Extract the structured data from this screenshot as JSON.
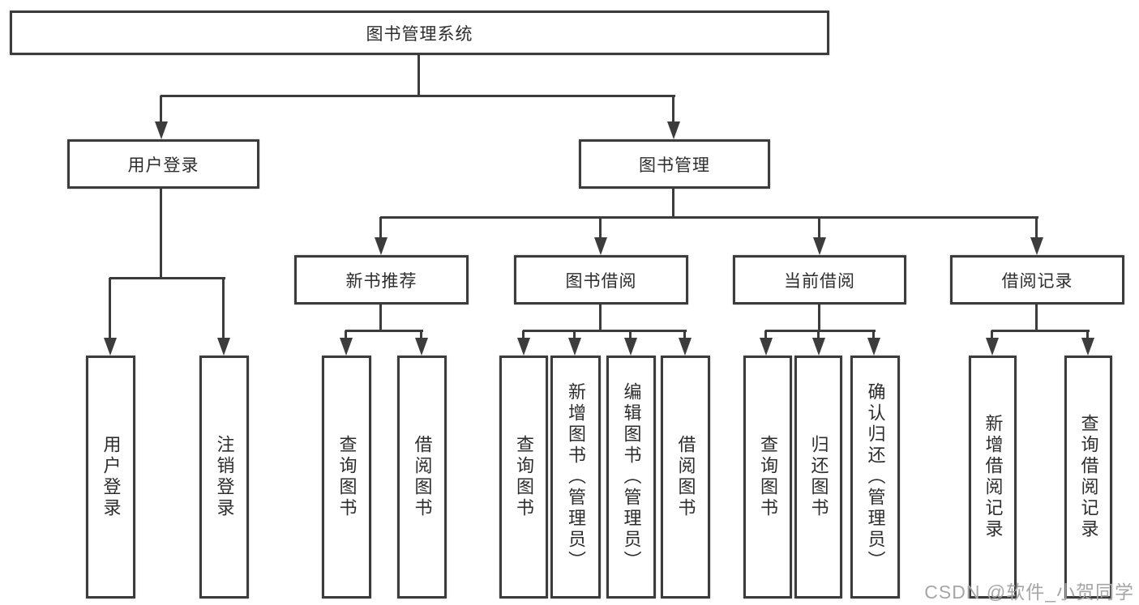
{
  "tree": {
    "label": "图书管理系统",
    "children": [
      {
        "label": "用户登录",
        "children": [
          {
            "label": "用户登录"
          },
          {
            "label": "注销登录"
          }
        ]
      },
      {
        "label": "图书管理",
        "children": [
          {
            "label": "新书推荐",
            "children": [
              {
                "label": "查询图书"
              },
              {
                "label": "借阅图书"
              }
            ]
          },
          {
            "label": "图书借阅",
            "children": [
              {
                "label": "查询图书"
              },
              {
                "label": "新增图书（管理员）"
              },
              {
                "label": "编辑图书（管理员）"
              },
              {
                "label": "借阅图书"
              }
            ]
          },
          {
            "label": "当前借阅",
            "children": [
              {
                "label": "查询图书"
              },
              {
                "label": "归还图书"
              },
              {
                "label": "确认归还（管理员）"
              }
            ]
          },
          {
            "label": "借阅记录",
            "children": [
              {
                "label": "新增借阅记录"
              },
              {
                "label": "查询借阅记录"
              }
            ]
          }
        ]
      }
    ]
  },
  "watermark": {
    "text": "CSDN @软件_小贺同学"
  },
  "colors": {
    "line": "#3c3c3c",
    "box_border": "#3c3c3c",
    "text": "#2d2d2d",
    "watermark": "#a6a6a6",
    "background": "#ffffff"
  }
}
